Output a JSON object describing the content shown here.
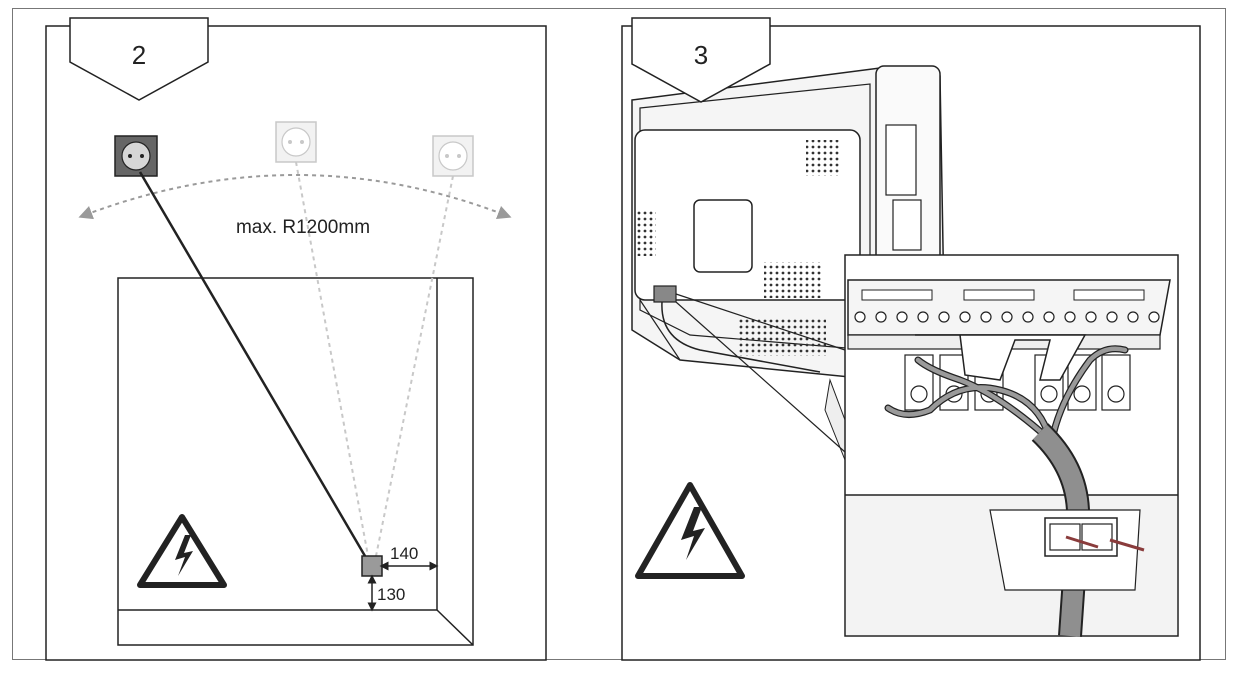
{
  "panels": [
    {
      "step_number": "2",
      "radius_label": "max. R1200mm",
      "dimensions": {
        "horizontal": "140",
        "vertical": "130"
      }
    },
    {
      "step_number": "3"
    }
  ],
  "colors": {
    "line": "#222222",
    "ghost": "#c8c8c8",
    "arc": "#9a9a9a",
    "cable": "#8f8f8f",
    "fill_light": "#f3f3f3"
  },
  "icons": {
    "warning": "electrical-hazard-warning-icon",
    "socket": "power-socket-icon"
  }
}
